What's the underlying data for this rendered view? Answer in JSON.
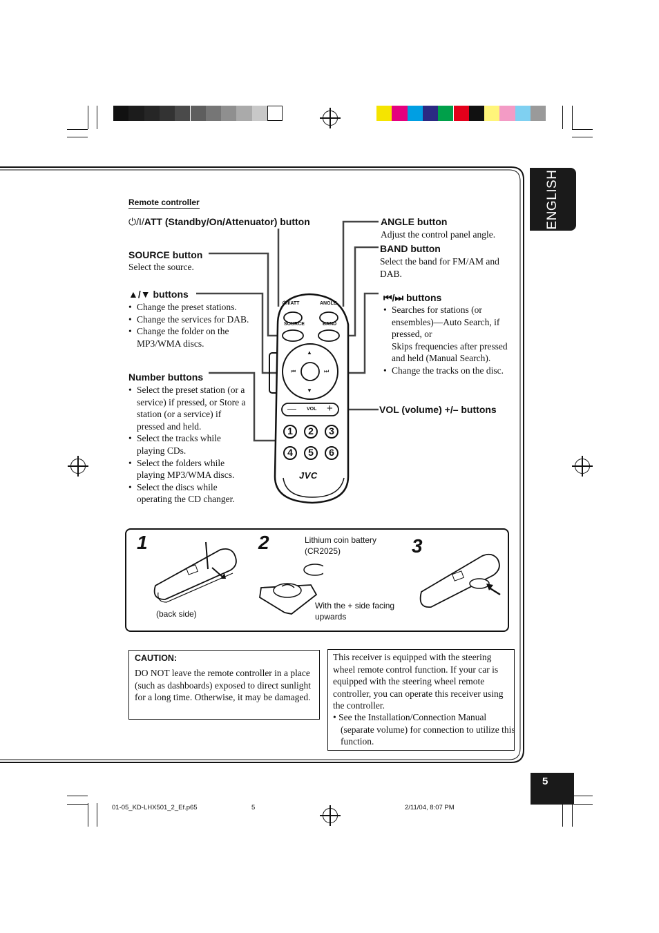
{
  "page": {
    "language_tab": "ENGLISH",
    "page_number": "5",
    "footer": {
      "file": "01-05_KD-LHX501_2_Ef.p65",
      "page": "5",
      "date": "2/11/04, 8:07 PM"
    }
  },
  "color_bars": {
    "left": [
      "#111111",
      "#1c1c1c",
      "#262626",
      "#333333",
      "#4a4a4a",
      "#5e5e5e",
      "#767676",
      "#8f8f8f",
      "#aaaaaa",
      "#c8c8c8",
      "#ffffff"
    ],
    "right": [
      "#f5e400",
      "#e5007e",
      "#009fe3",
      "#2b2a83",
      "#00a04a",
      "#e3001b",
      "#111111",
      "#fff57a",
      "#f39bc5",
      "#7fd0f1",
      "#9a9a9a"
    ]
  },
  "remote": {
    "section_title": "Remote controller",
    "standby": {
      "symbol": "⏻/I/",
      "title": "ATT (Standby/On/Attenuator) button"
    },
    "source": {
      "title": "SOURCE button",
      "desc": "Select the source."
    },
    "updown": {
      "title": "▲/▼ buttons",
      "items": [
        "Change the preset stations.",
        "Change the services for DAB.",
        "Change the folder on the MP3/WMA discs."
      ]
    },
    "number": {
      "title": "Number buttons",
      "items": [
        "Select the preset station (or a service) if pressed, or Store a station (or a service) if pressed and held.",
        "Select the tracks while playing CDs.",
        "Select the folders while playing MP3/WMA discs.",
        "Select the discs while operating the CD changer."
      ]
    },
    "angle": {
      "title": "ANGLE button",
      "desc": "Adjust the control panel angle."
    },
    "band": {
      "title": "BAND button",
      "desc": "Select the band for FM/AM and DAB."
    },
    "skip": {
      "title": "⏮/⏭ buttons",
      "items": [
        "Searches for stations (or ensembles)—Auto Search, if pressed, or\nSkips frequencies after pressed and held (Manual Search).",
        "Change the tracks on the disc."
      ]
    },
    "vol": {
      "title": "VOL (volume) +/– buttons"
    },
    "device": {
      "label_standby": "⏻/I/ATT",
      "label_angle": "ANGLE",
      "label_source": "SOURCE",
      "label_band": "BAND",
      "label_vol": "VOL",
      "minus": "—",
      "plus": "+",
      "brand": "JVC",
      "up": "▲",
      "down": "▼",
      "prev": "⏮",
      "next": "⏭",
      "digits": [
        "1",
        "2",
        "3",
        "4",
        "5",
        "6"
      ]
    }
  },
  "battery": {
    "step1": "1",
    "step2": "2",
    "step3": "3",
    "back_side": "(back side)",
    "battery_label_1": "Lithium coin battery",
    "battery_label_2": "(CR2025)",
    "facing_1": "With the + side facing",
    "facing_2": "upwards"
  },
  "caution": {
    "title": "CAUTION:",
    "text": "DO NOT leave the remote controller in a place (such as dashboards) exposed to direct sunlight for a long time. Otherwise, it may be damaged."
  },
  "steering": {
    "text": "This receiver is equipped with the steering wheel remote control function. If your car is equipped with the steering wheel remote controller, you can operate this receiver using the controller.",
    "bullet": "See the Installation/Connection Manual (separate volume) for connection to utilize this function."
  }
}
